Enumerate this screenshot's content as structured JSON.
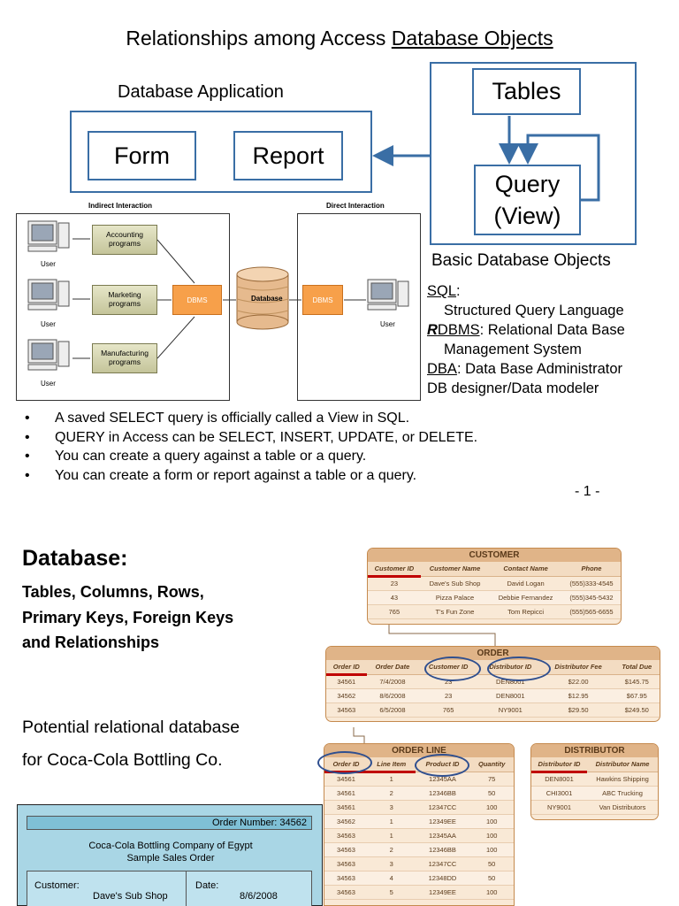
{
  "slide1": {
    "title_prefix": "Relationships among Access ",
    "title_underlined": "Database Objects",
    "app_label": "Database  Application",
    "form": "Form",
    "report": "Report",
    "tables": "Tables",
    "query_line1": "Query",
    "query_line2": "(View)",
    "objects_label": "Basic Database Objects",
    "diagram": {
      "indirect": "Indirect Interaction",
      "direct": "Direct Interaction",
      "programs": [
        "Accounting programs",
        "Marketing programs",
        "Manufacturing programs"
      ],
      "dbms": "DBMS",
      "database": "Database",
      "user": "User"
    },
    "glossary": {
      "sql_term": "SQL",
      "sql_colon": ":",
      "sql_def": "Structured Query Language",
      "rdbms_r": "R",
      "rdbms_rest": "DBMS",
      "rdbms_def": ": Relational Data Base",
      "rdbms_def2": "Management System",
      "dba_term": "DBA",
      "dba_def": ": Data Base Administrator",
      "designer": "DB designer/Data modeler"
    },
    "bullets": [
      "A saved SELECT query is officially called a View in SQL.",
      "QUERY in Access can be SELECT, INSERT, UPDATE, or DELETE.",
      "You can create a query against a table or a query.",
      "You can create a form or report  against a table or a query."
    ],
    "bullet_mark": "•",
    "page_number": "- 1 -"
  },
  "slide2": {
    "title": "Database:",
    "subtitle_lines": [
      "Tables, Columns, Rows,",
      "Primary Keys, Foreign Keys",
      "and Relationships"
    ],
    "potential_lines": [
      "Potential relational database",
      "for Coca-Cola Bottling Co."
    ],
    "customer": {
      "caption": "CUSTOMER",
      "headers": [
        "Customer ID",
        "Customer Name",
        "Contact Name",
        "Phone"
      ],
      "rows": [
        [
          "23",
          "Dave's Sub Shop",
          "David Logan",
          "(555)333-4545"
        ],
        [
          "43",
          "Pizza Palace",
          "Debbie Fernandez",
          "(555)345-5432"
        ],
        [
          "765",
          "T's Fun Zone",
          "Tom Repicci",
          "(555)565-6655"
        ]
      ]
    },
    "order": {
      "caption": "ORDER",
      "headers": [
        "Order ID",
        "Order Date",
        "Customer ID",
        "Distributor ID",
        "Distributor Fee",
        "Total Due"
      ],
      "rows": [
        [
          "34561",
          "7/4/2008",
          "23",
          "DEN8001",
          "$22.00",
          "$145.75"
        ],
        [
          "34562",
          "8/6/2008",
          "23",
          "DEN8001",
          "$12.95",
          "$67.95"
        ],
        [
          "34563",
          "6/5/2008",
          "765",
          "NY9001",
          "$29.50",
          "$249.50"
        ]
      ]
    },
    "order_line": {
      "caption": "ORDER LINE",
      "headers": [
        "Order ID",
        "Line Item",
        "Product ID",
        "Quantity"
      ],
      "rows": [
        [
          "34561",
          "1",
          "12345AA",
          "75"
        ],
        [
          "34561",
          "2",
          "12346BB",
          "50"
        ],
        [
          "34561",
          "3",
          "12347CC",
          "100"
        ],
        [
          "34562",
          "1",
          "12349EE",
          "100"
        ],
        [
          "34563",
          "1",
          "12345AA",
          "100"
        ],
        [
          "34563",
          "2",
          "12346BB",
          "100"
        ],
        [
          "34563",
          "3",
          "12347CC",
          "50"
        ],
        [
          "34563",
          "4",
          "12348DD",
          "50"
        ],
        [
          "34563",
          "5",
          "12349EE",
          "100"
        ]
      ]
    },
    "distributor": {
      "caption": "DISTRIBUTOR",
      "headers": [
        "Distributor ID",
        "Distributor Name"
      ],
      "rows": [
        [
          "DEN8001",
          "Hawkins Shipping"
        ],
        [
          "CHI3001",
          "ABC Trucking"
        ],
        [
          "NY9001",
          "Van Distributors"
        ]
      ]
    },
    "order_form": {
      "order_number": "Order Number: 34562",
      "company_line1": "Coca-Cola Bottling Company of Egypt",
      "company_line2": "Sample Sales Order",
      "customer_label": "Customer:",
      "customer_value": "Dave's Sub Shop",
      "date_label": "Date:",
      "date_value": "8/6/2008"
    }
  },
  "colors": {
    "box_border": "#3a6ea5",
    "dbms": "#f7a04a",
    "table_fill": "#f9e9d6",
    "pk_underline": "#c00000",
    "form_fill": "#a9d6e5"
  }
}
